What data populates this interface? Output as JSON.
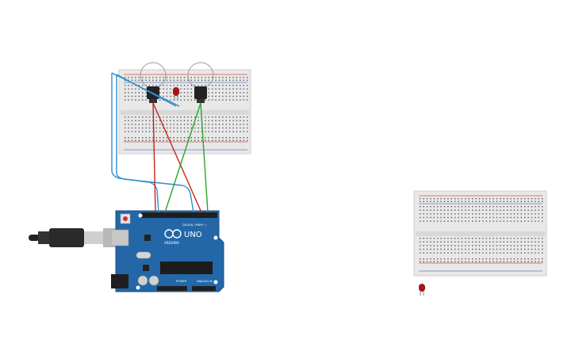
{
  "circuit": {
    "board": {
      "brand_label": "ARDUINO",
      "model_label": "UNO",
      "digital_label": "DIGITAL (PWM~)",
      "power_label": "POWER",
      "analog_label": "ANALOG IN"
    },
    "components": {
      "left_breadboard": "breadboard",
      "right_breadboard": "breadboard",
      "servo_1": "servo",
      "servo_2": "servo",
      "red_led_on_board": "red-led",
      "red_led_loose": "red-led",
      "usb_cable": "usb-cable"
    },
    "colors": {
      "board_blue": "#2367a8",
      "wire_red": "#cc2222",
      "wire_green": "#2aa52a",
      "wire_blue": "#2b8fd0",
      "breadboard": "#e9e9e9",
      "rail_red": "#d9534f",
      "rail_blue": "#5b7fcc",
      "led_red": "#a01818"
    }
  }
}
